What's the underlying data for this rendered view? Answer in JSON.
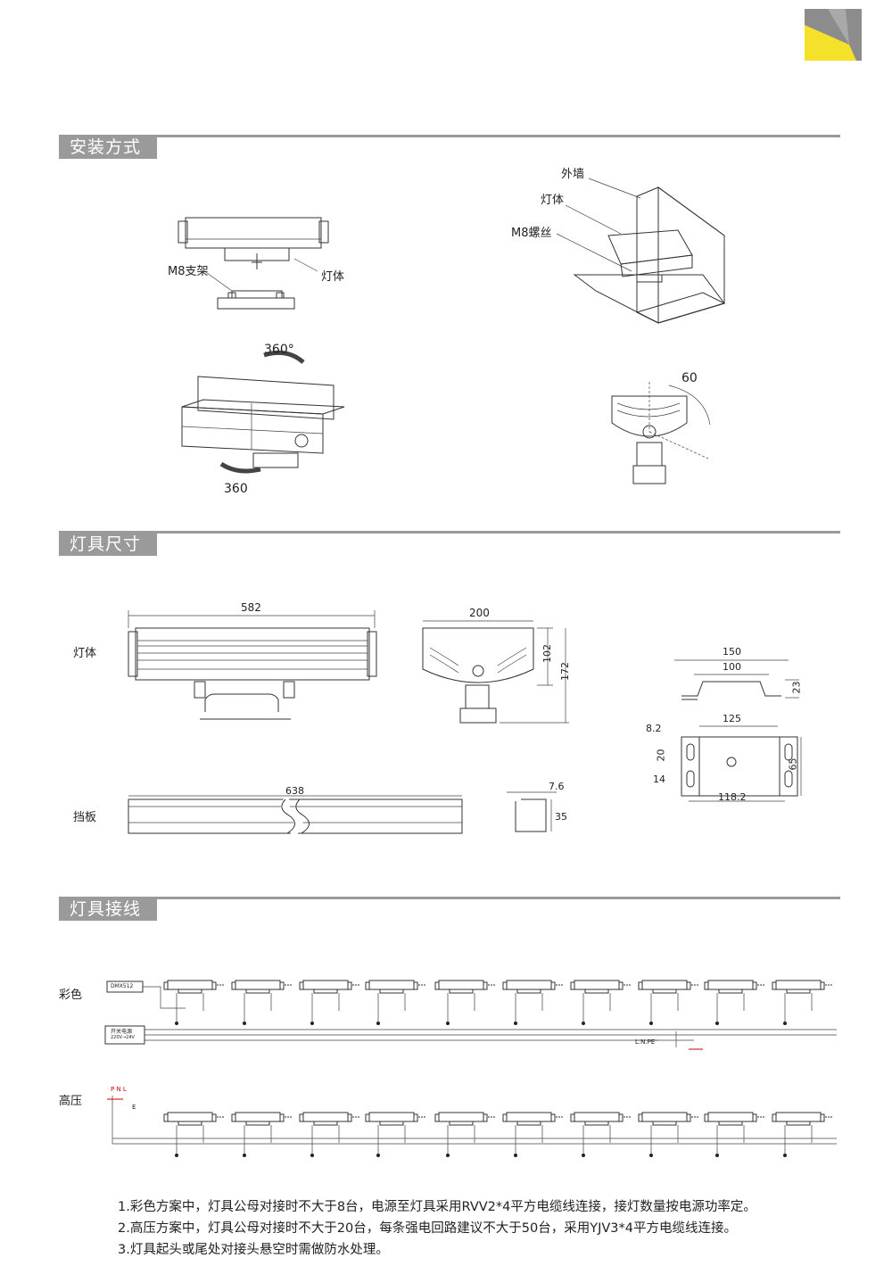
{
  "sections": {
    "install": "安装方式",
    "dimensions": "灯具尺寸",
    "wiring": "灯具接线"
  },
  "install": {
    "bracket_label": "M8支架",
    "body_label": "灯体",
    "wall_label": "外墙",
    "body_label2": "灯体",
    "screw_label": "M8螺丝",
    "rot_top": "360°",
    "rot_bottom": "360",
    "tilt_angle": "60"
  },
  "dimensions": {
    "body_label": "灯体",
    "baffle_label": "挡板",
    "length_582": "582",
    "width_200": "200",
    "h_102": "102",
    "h_172": "172",
    "b_150": "150",
    "b_100": "100",
    "b_23": "23",
    "b_125": "125",
    "b_82": "8.2",
    "b_20": "20",
    "b_65": "65",
    "b_14": "14",
    "b_1182": "118.2",
    "baffle_638": "638",
    "baffle_76": "7.6",
    "baffle_35": "35"
  },
  "wiring": {
    "color_label": "彩色",
    "hv_label": "高压",
    "dmx": "DMX512",
    "psu": "开关电源",
    "psu_sub": "220V→24V",
    "lnpe": "L.N.PE",
    "pnl": "P N L",
    "e": "E"
  },
  "notes": [
    "1.彩色方案中，灯具公母对接时不大于8台，电源至灯具采用RVV2*4平方电缆线连接，接灯数量按电源功率定。",
    "2.高压方案中，灯具公母对接时不大于20台，每条强电回路建议不大于50台，采用YJV3*4平方电缆线连接。",
    "3.灯具起头或尾处对接头悬空时需做防水处理。"
  ],
  "colors": {
    "accent_gray": "#9a9a9a",
    "logo_yellow": "#f5e12a",
    "logo_gray": "#8c8c8c"
  }
}
